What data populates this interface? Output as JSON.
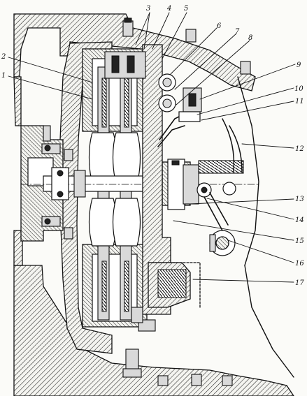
{
  "drawing": {
    "callouts": [
      "3",
      "4",
      "5",
      "6",
      "7",
      "8",
      "9",
      "10",
      "11",
      "12",
      "13",
      "14",
      "15",
      "16",
      "17",
      "2",
      "1"
    ]
  },
  "colors": {
    "ink": "#111111",
    "paper": "#fbfbf8"
  }
}
